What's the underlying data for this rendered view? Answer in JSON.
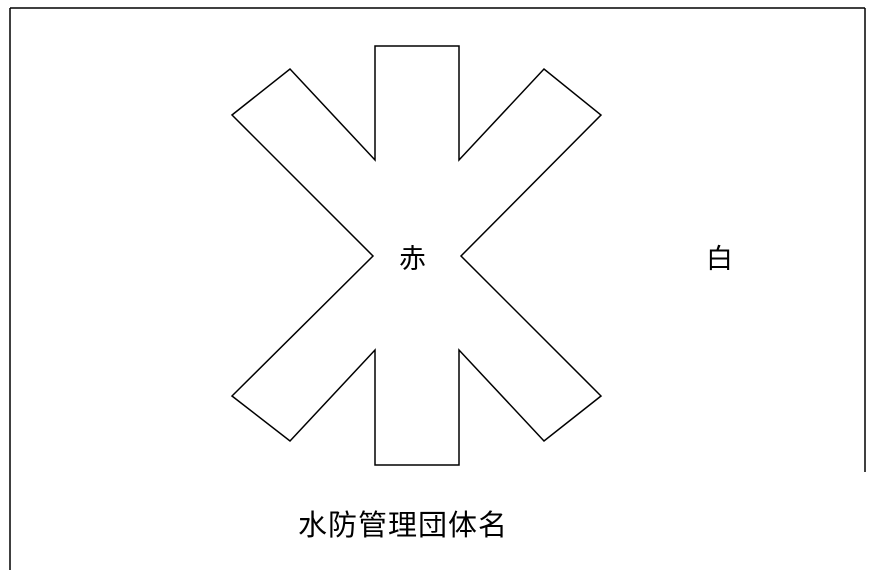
{
  "flag": {
    "emblem_color_label": "赤",
    "background_color_label": "白",
    "organization_name": "水防管理団体名"
  },
  "colors": {
    "stroke": "#000000",
    "background": "#ffffff"
  },
  "icons": {
    "emblem": "asterisk-cross-icon"
  }
}
